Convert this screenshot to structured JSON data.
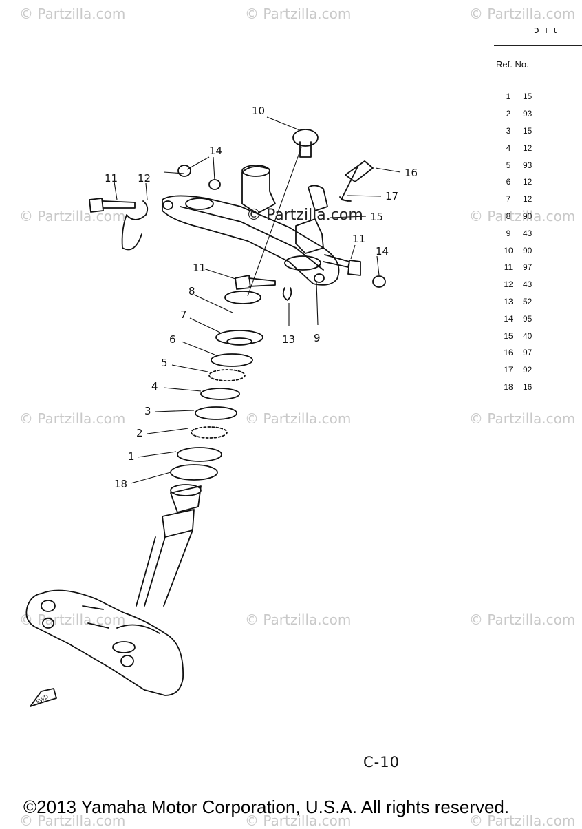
{
  "watermark": "© Partzilla.com",
  "center_watermark": "© Partzilla.com",
  "header_fragment": "ɔ ı ι",
  "table": {
    "header": "Ref. No.",
    "rows": [
      {
        "ref": "1",
        "pn": "15"
      },
      {
        "ref": "2",
        "pn": "93"
      },
      {
        "ref": "3",
        "pn": "15"
      },
      {
        "ref": "4",
        "pn": "12"
      },
      {
        "ref": "5",
        "pn": "93"
      },
      {
        "ref": "6",
        "pn": "12"
      },
      {
        "ref": "7",
        "pn": "12"
      },
      {
        "ref": "8",
        "pn": "90"
      },
      {
        "ref": "9",
        "pn": "43"
      },
      {
        "ref": "10",
        "pn": "90"
      },
      {
        "ref": "11",
        "pn": "97"
      },
      {
        "ref": "12",
        "pn": "43"
      },
      {
        "ref": "13",
        "pn": "52"
      },
      {
        "ref": "14",
        "pn": "95"
      },
      {
        "ref": "15",
        "pn": "40"
      },
      {
        "ref": "16",
        "pn": "97"
      },
      {
        "ref": "17",
        "pn": "92"
      },
      {
        "ref": "18",
        "pn": "16"
      }
    ]
  },
  "callouts": {
    "c1": "1",
    "c2": "2",
    "c3": "3",
    "c4": "4",
    "c5": "5",
    "c6": "6",
    "c7": "7",
    "c8": "8",
    "c9": "9",
    "c10": "10",
    "c11a": "11",
    "c11b": "11",
    "c11c": "11",
    "c12": "12",
    "c13": "13",
    "c14a": "14",
    "c14b": "14",
    "c15": "15",
    "c16": "16",
    "c17": "17",
    "c18": "18"
  },
  "fwd_label": "FWD",
  "page_code": "C-10",
  "copyright": "©2013 Yamaha Motor Corporation, U.S.A. All rights reserved."
}
